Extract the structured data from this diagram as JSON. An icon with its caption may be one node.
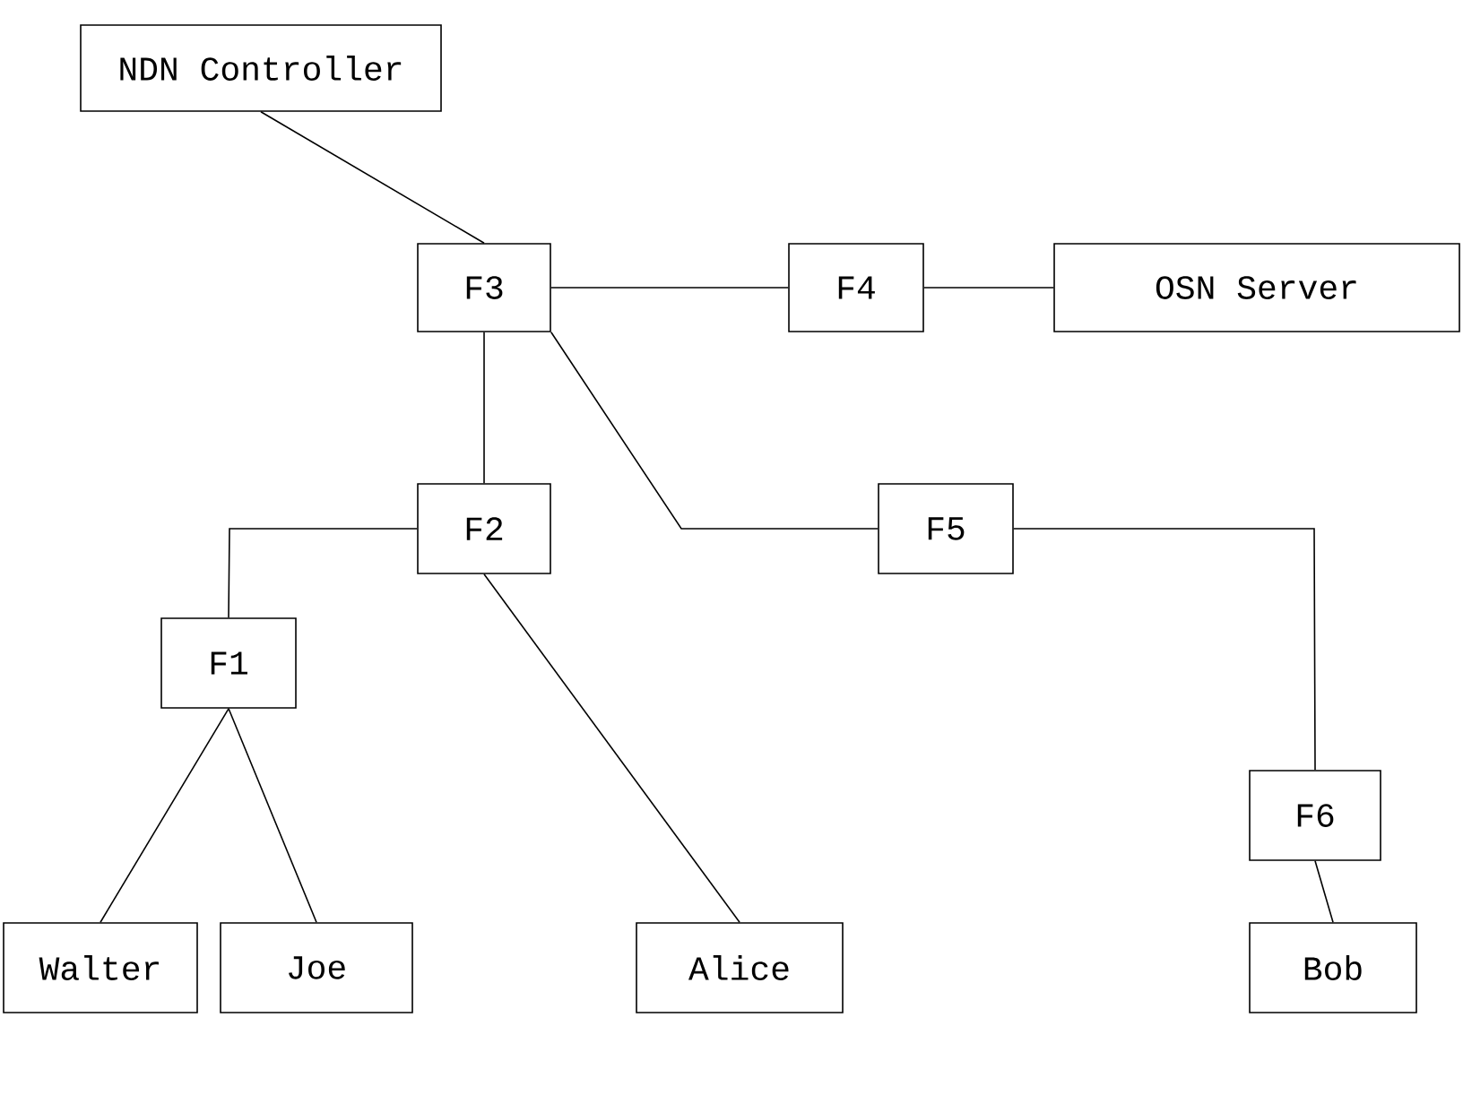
{
  "diagram": {
    "nodes": [
      {
        "text": [
          "NDN Controller"
        ]
      },
      {
        "text": [
          "F3"
        ]
      },
      {
        "text": [
          "F4"
        ]
      },
      {
        "text": [
          "OSN Server"
        ]
      },
      {
        "text": [
          "F2"
        ]
      },
      {
        "text": [
          "F5"
        ]
      },
      {
        "text": [
          "F1"
        ]
      },
      {
        "text": [
          "F6"
        ]
      },
      {
        "text": [
          "Walter"
        ]
      },
      {
        "text": [
          "Joe"
        ]
      },
      {
        "text": [
          "Alice"
        ]
      },
      {
        "text": [
          "Bob"
        ]
      }
    ],
    "edges": [
      {
        "from": 0,
        "to": 1,
        "arrow": "none"
      },
      {
        "from": 1,
        "to": 2,
        "arrow": "none"
      },
      {
        "from": 2,
        "to": 3,
        "arrow": "none"
      },
      {
        "from": 1,
        "to": 4,
        "arrow": "none"
      },
      {
        "from": 1,
        "to": 5,
        "arrow": "none"
      },
      {
        "from": 4,
        "to": 6,
        "arrow": "none"
      },
      {
        "from": 5,
        "to": 7,
        "arrow": "none"
      },
      {
        "from": 6,
        "to": 8,
        "arrow": "none"
      },
      {
        "from": 6,
        "to": 9,
        "arrow": "none"
      },
      {
        "from": 4,
        "to": 10,
        "arrow": "none"
      },
      {
        "from": 7,
        "to": 11,
        "arrow": "none"
      }
    ]
  }
}
